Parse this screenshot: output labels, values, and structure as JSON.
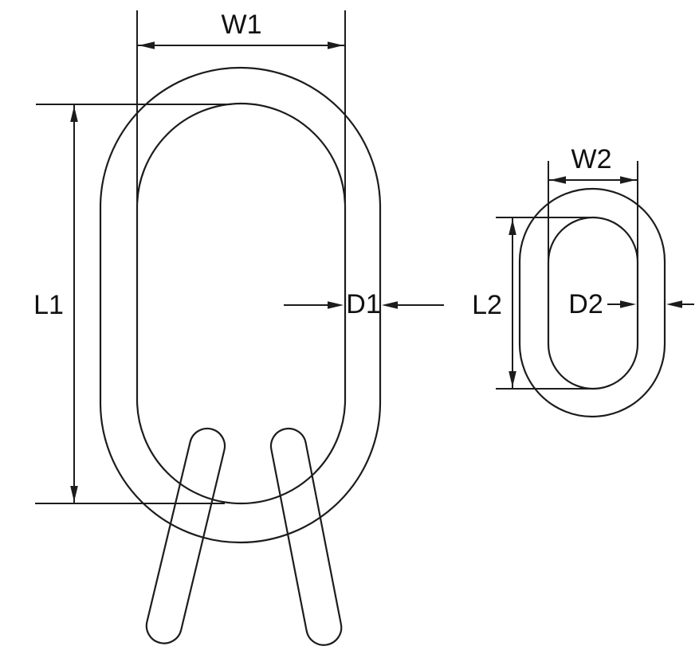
{
  "diagram": {
    "name": "master-link-assembly-dimension-drawing",
    "background": "#ffffff",
    "line_color": "#1c1c1c",
    "labels": {
      "w1": "W1",
      "l1": "L1",
      "d1": "D1",
      "w2": "W2",
      "l2": "L2",
      "d2": "D2"
    }
  }
}
